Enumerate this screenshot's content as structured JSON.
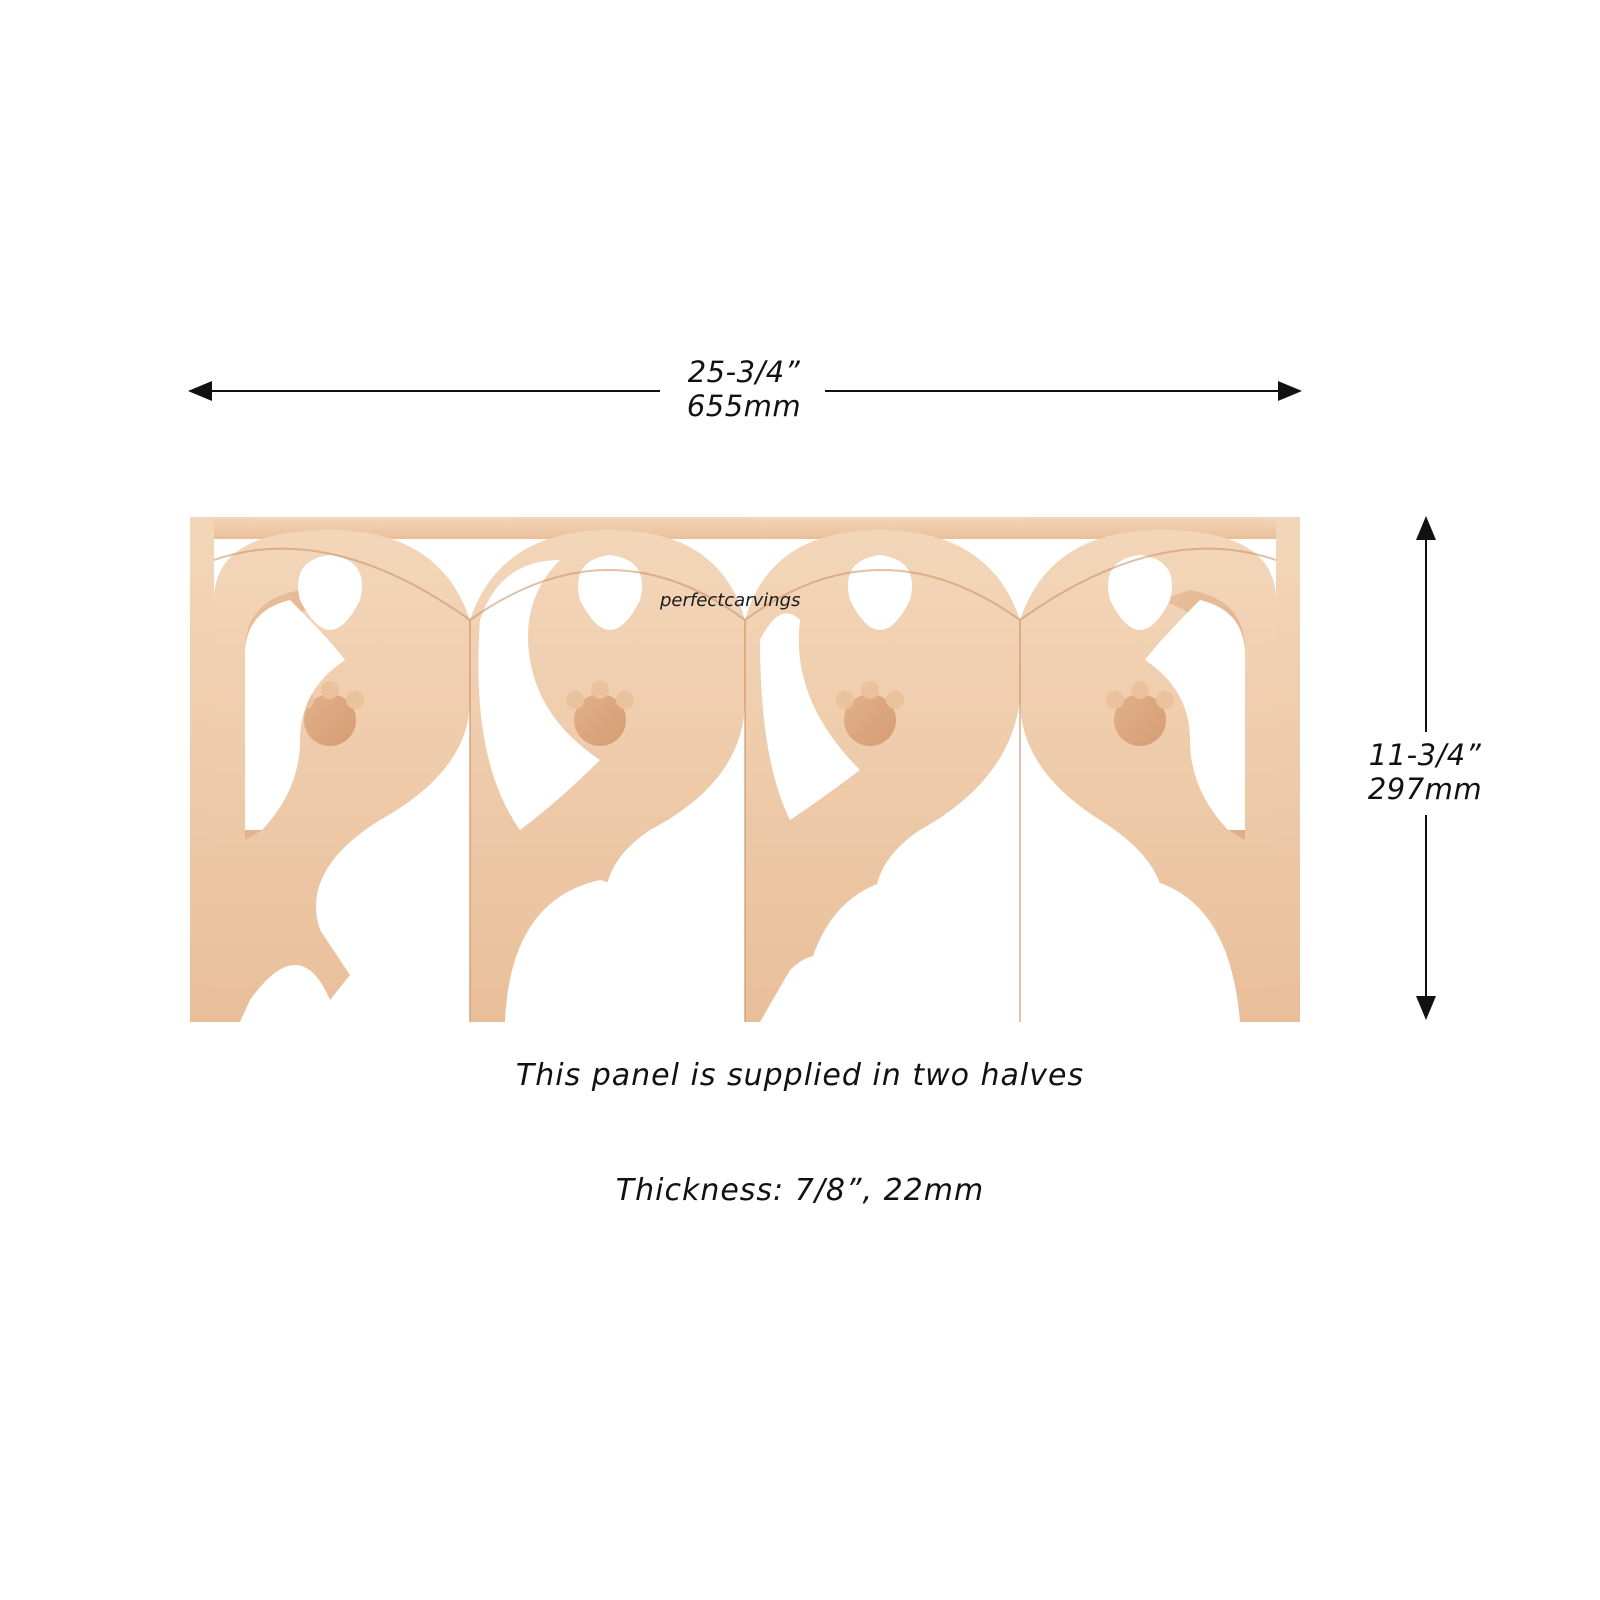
{
  "dimensions": {
    "width": {
      "imperial": "25-3/4”",
      "metric": "655mm"
    },
    "height": {
      "imperial": "11-3/4”",
      "metric": "297mm"
    }
  },
  "product": {
    "description": "Gothic carved wood panel with four arches and foliage motifs",
    "watermark": "perfectcarvings",
    "arch_count": 4
  },
  "notes": {
    "supply": "This panel is supplied in two halves",
    "thickness": "Thickness: 7/8”, 22mm"
  },
  "colors": {
    "wood_light": "#F2D2B3",
    "wood_mid": "#E8BC96",
    "wood_dark": "#D39C73",
    "line": "#111111",
    "background": "#FFFFFF"
  }
}
